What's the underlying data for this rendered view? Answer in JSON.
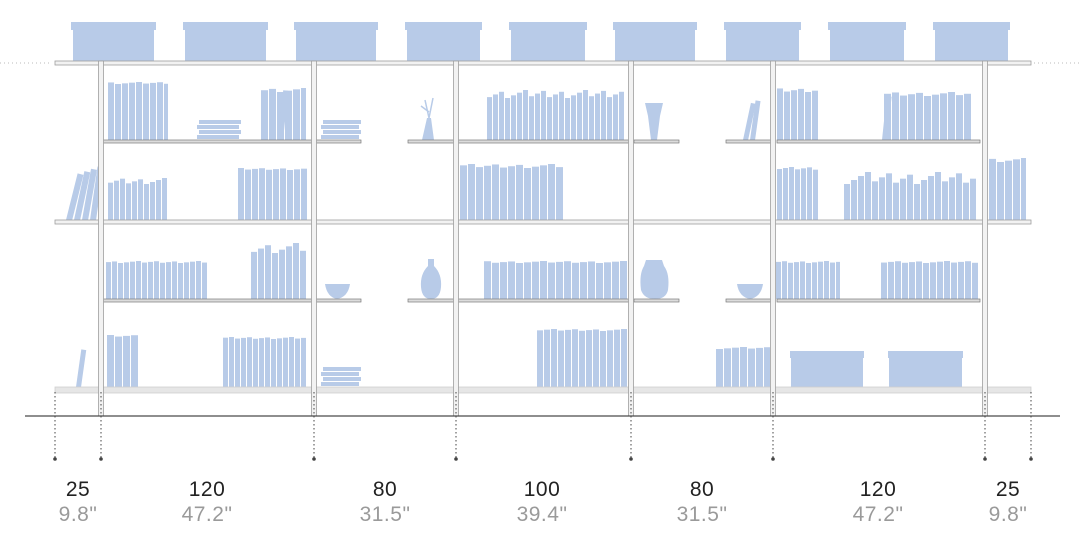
{
  "colors": {
    "items": "#b8cbe8",
    "frame_stroke": "#9e9e9e",
    "frame_fill": "#f2f2f2",
    "shelf_board": "#7a7a7a",
    "ground": "#4a4a4a",
    "guide_dots": "#444444",
    "cm_text": "#222222",
    "in_text": "#9a9a9a"
  },
  "dimensions": [
    {
      "cm": "25",
      "in": "9.8\""
    },
    {
      "cm": "120",
      "in": "47.2\""
    },
    {
      "cm": "80",
      "in": "31.5\""
    },
    {
      "cm": "100",
      "in": "39.4\""
    },
    {
      "cm": "80",
      "in": "31.5\""
    },
    {
      "cm": "120",
      "in": "47.2\""
    },
    {
      "cm": "25",
      "in": "9.8\""
    }
  ]
}
